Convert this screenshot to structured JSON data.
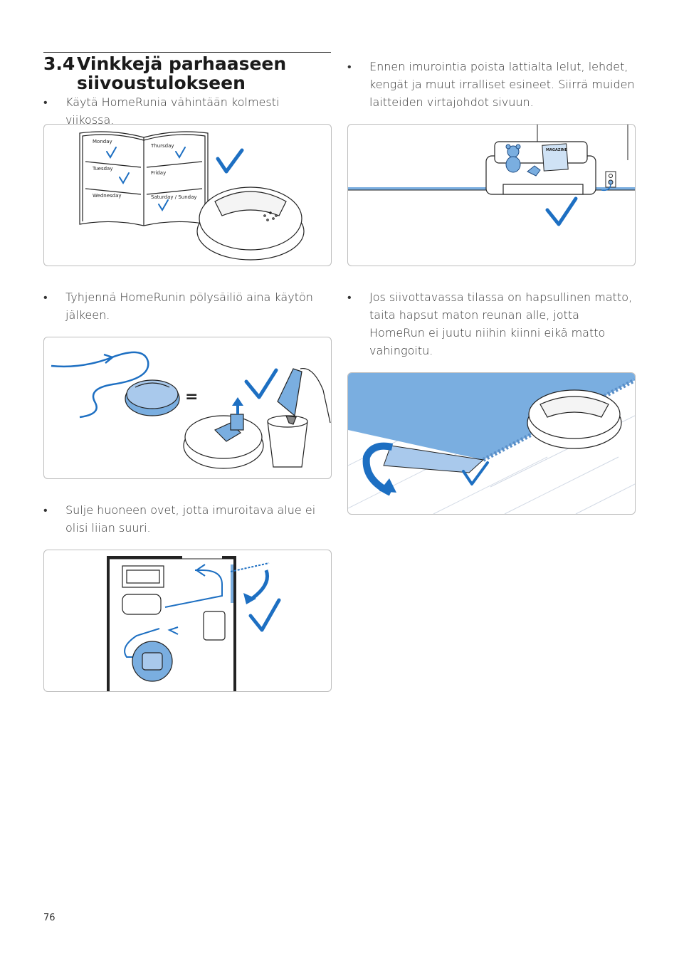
{
  "section": {
    "number": "3.4",
    "title_line1": "Vinkkejä parhaaseen",
    "title_line2": "siivoustulokseen"
  },
  "bullets": [
    {
      "text": "Käytä HomeRunia vähintään kolmesti viikossa."
    },
    {
      "text": "Ennen imurointia poista lattialta lelut, lehdet, kengät ja muut irralliset esineet. Siirrä muiden laitteiden virtajohdot sivuun."
    },
    {
      "text": "Tyhjennä HomeRunin pölysäiliö aina käytön jälkeen."
    },
    {
      "text": "Jos siivottavassa tilassa on hapsullinen matto, taita hapsut maton reunan alle, jotta HomeRun ei juutu niihin kiinni eikä matto vahingoitu."
    },
    {
      "text": "Sulje huoneen ovet, jotta imuroitava alue ei olisi liian suuri."
    }
  ],
  "bullet_symbol": "•",
  "calendar": {
    "days_left": [
      "Monday",
      "Tuesday",
      "Wednesday"
    ],
    "days_right": [
      "Thursday",
      "Friday",
      "Saturday / Sunday"
    ]
  },
  "magazine_label": "MAGAZINE",
  "equals_sign": "=",
  "page_number": "76",
  "colors": {
    "accent_blue": "#1d6fc2",
    "light_blue": "#7aaee0",
    "panel_border": "#bdbdbd"
  }
}
